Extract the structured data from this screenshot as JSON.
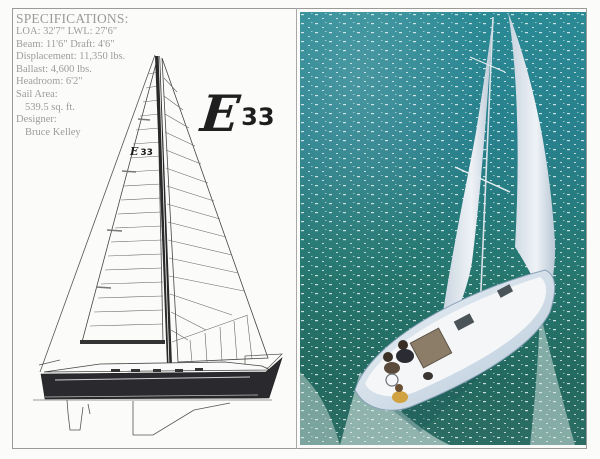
{
  "brochure": {
    "specs": {
      "title": "SPECIFICATIONS:",
      "lines": [
        "LOA: 32'7\" LWL: 27'6\"",
        "Beam: 11'6\" Draft: 4'6\"",
        "Displacement: 11,350 lbs.",
        "Ballast: 4,600 lbs.",
        "Headroom: 6'2\"",
        "Sail Area:",
        "539.5 sq. ft.",
        "Designer:",
        "Bruce Kelley"
      ]
    },
    "logo": {
      "letter": "E",
      "number": "33"
    },
    "sail_insignia": {
      "letter": "E",
      "number": "33"
    },
    "drawing": {
      "subject": "sail-plan-profile",
      "hull_color": "#2a2a2e"
    },
    "photo": {
      "subject": "sailboat-under-sail-aerial",
      "water_color": "#2a8590",
      "hull_color": "#dfe8ef"
    }
  }
}
